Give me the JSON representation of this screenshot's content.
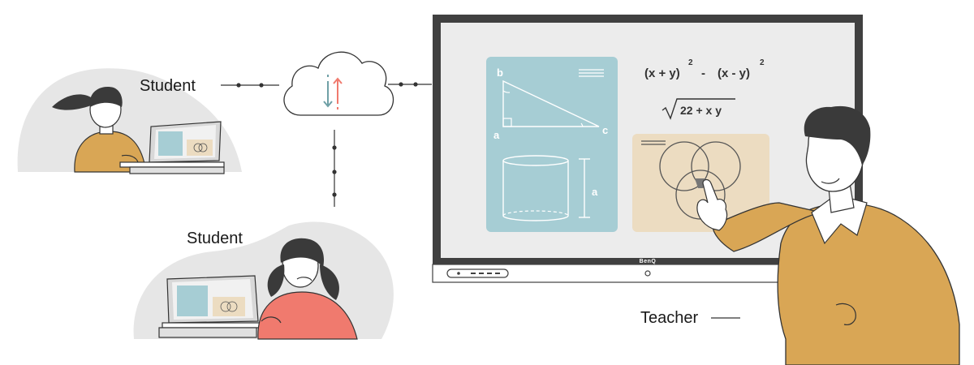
{
  "labels": {
    "student_top": "Student",
    "student_bottom": "Student",
    "teacher": "Teacher"
  },
  "board": {
    "brand": "BenQ",
    "triangle": {
      "vertex_b": "b",
      "vertex_a": "a",
      "vertex_c": "c"
    },
    "cylinder": {
      "height_label": "a"
    },
    "formula1": {
      "base_a": "(x + y)",
      "exp_a": "2",
      "op": "-",
      "base_b": "(x - y)",
      "exp_b": "2"
    },
    "formula2": {
      "radicand": "22 + x y"
    }
  },
  "cloud": {
    "icon": "upload-download-arrows-icon"
  },
  "colors": {
    "panel_blue": "#a6cdd4",
    "panel_beige": "#ecdcc1",
    "sweater": "#d9a655",
    "pink_shirt": "#f07a6e",
    "hair": "#3a3a3a",
    "frame": "#404040",
    "screen": "#ececec",
    "arrow_down": "#6fa0a6",
    "arrow_up": "#f07a6e"
  }
}
